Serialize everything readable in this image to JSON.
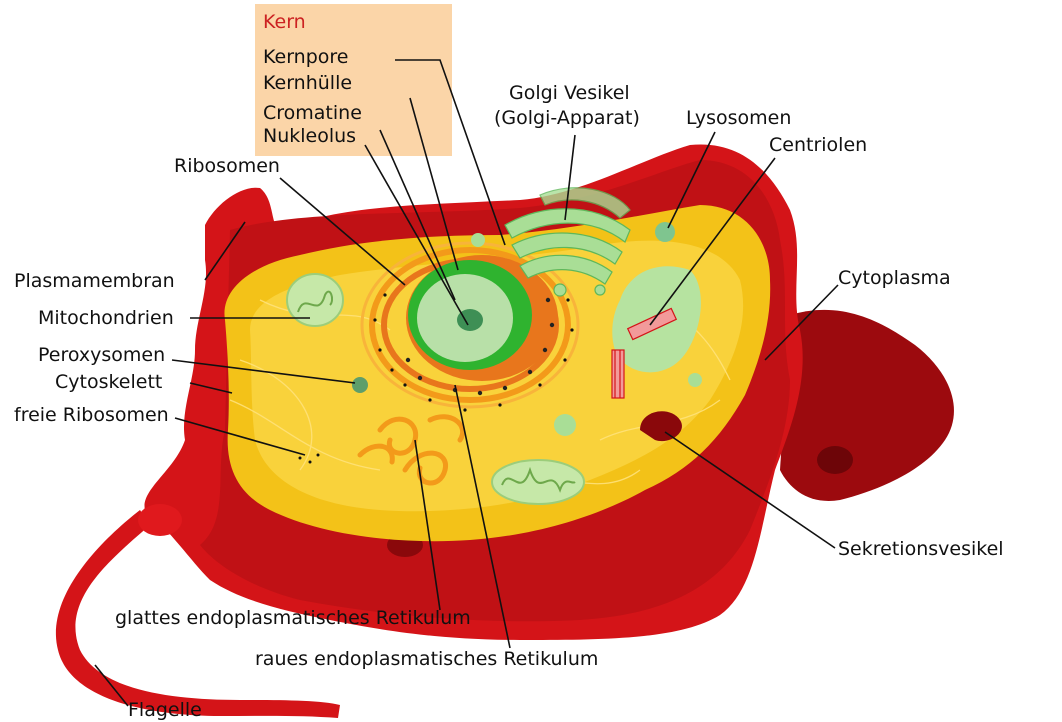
{
  "colors": {
    "membrane_dark": "#b80f12",
    "membrane_mid": "#d41418",
    "cytoplasm": "#f3c218",
    "cytoplasm_light": "#fbd94a",
    "nucleus_orange": "#e8761c",
    "nucleus_green": "#2fb32f",
    "nucleolus": "#7fc58f",
    "organelle_green": "#a9de96",
    "kern_box": "#fbd5a8",
    "kern_title": "#cc2222"
  },
  "kern_box": {
    "title": "Kern",
    "items": [
      "Kernpore",
      "Kernhülle",
      "Cromatine",
      "Nukleolus"
    ]
  },
  "labels": {
    "golgi_line1": "Golgi Vesikel",
    "golgi_line2": "(Golgi-Apparat)",
    "lysosomen": "Lysosomen",
    "centriolen": "Centriolen",
    "ribosomen": "Ribosomen",
    "plasmamembran": "Plasmamembran",
    "mitochondrien": "Mitochondrien",
    "peroxysomen": "Peroxysomen",
    "cytoskelett": "Cytoskelett",
    "freie_ribosomen": "freie Ribosomen",
    "cytoplasma": "Cytoplasma",
    "sekretionsvesikel": "Sekretionsvesikel",
    "glattes_er": "glattes endoplasmatisches Retikulum",
    "raues_er": "raues endoplasmatisches Retikulum",
    "flagelle": "Flagelle"
  }
}
